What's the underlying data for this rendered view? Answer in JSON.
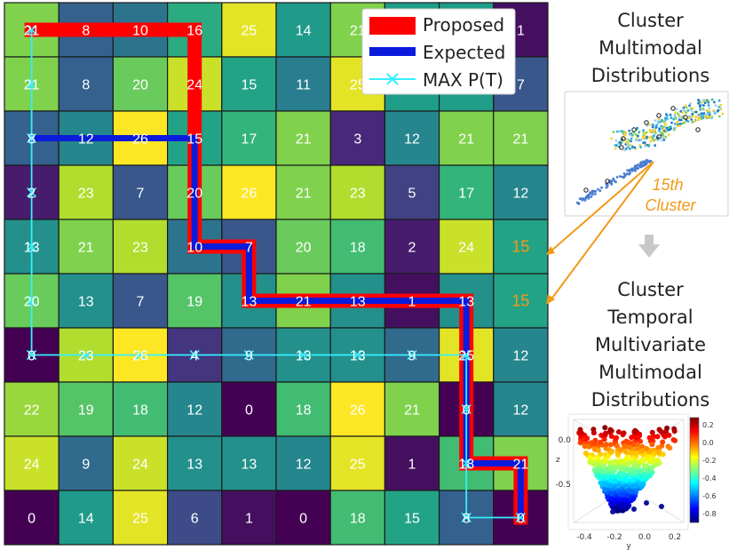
{
  "grid": [
    [
      "21",
      "8",
      "10",
      "16",
      "25",
      "14",
      "21",
      "",
      "",
      "1"
    ],
    [
      "21",
      "8",
      "20",
      "24",
      "15",
      "11",
      "25",
      "",
      "",
      "7"
    ],
    [
      "8",
      "12",
      "26",
      "15",
      "17",
      "21",
      "3",
      "12",
      "21",
      "21"
    ],
    [
      "2",
      "23",
      "7",
      "20",
      "26",
      "21",
      "23",
      "5",
      "17",
      "12"
    ],
    [
      "13",
      "21",
      "23",
      "10",
      "7",
      "20",
      "18",
      "2",
      "24",
      "15"
    ],
    [
      "20",
      "13",
      "7",
      "19",
      "13",
      "21",
      "13",
      "1",
      "13",
      "15"
    ],
    [
      "0",
      "23",
      "26",
      "4",
      "9",
      "13",
      "13",
      "9",
      "25",
      "12"
    ],
    [
      "22",
      "19",
      "18",
      "12",
      "0",
      "18",
      "26",
      "21",
      "0",
      "12"
    ],
    [
      "24",
      "9",
      "24",
      "13",
      "13",
      "12",
      "25",
      "1",
      "18",
      "21"
    ],
    [
      "0",
      "14",
      "25",
      "6",
      "1",
      "0",
      "18",
      "15",
      "8",
      "0"
    ]
  ],
  "highlight_cells": [
    [
      4,
      9
    ],
    [
      5,
      9
    ]
  ],
  "highlight_color": "#f29a18",
  "colors": {
    "proposed": "#ff0000",
    "expected": "#0a1bdc",
    "max_pt": "#33f0ff"
  },
  "paths": {
    "proposed": [
      [
        0,
        0
      ],
      [
        0,
        3
      ],
      [
        4,
        3
      ],
      [
        4,
        4
      ],
      [
        5,
        4
      ],
      [
        5,
        8
      ],
      [
        8,
        8
      ],
      [
        8,
        9
      ],
      [
        9,
        9
      ]
    ],
    "expected": [
      [
        2,
        0
      ],
      [
        2,
        3
      ],
      [
        4,
        3
      ],
      [
        4,
        4
      ],
      [
        5,
        4
      ],
      [
        5,
        8
      ],
      [
        8,
        8
      ],
      [
        8,
        9
      ],
      [
        9,
        9
      ]
    ],
    "max_pt": [
      [
        0,
        0
      ],
      [
        6,
        0
      ],
      [
        6,
        8
      ],
      [
        9,
        8
      ],
      [
        9,
        9
      ]
    ]
  },
  "legend": {
    "proposed_label": "Proposed",
    "expected_label": "Expected",
    "max_label": "MAX P(T)"
  },
  "side": {
    "title_top": [
      "Cluster",
      "Multimodal",
      "Distributions"
    ],
    "cluster_label": [
      "15th",
      "Cluster"
    ],
    "title_bottom": [
      "Cluster",
      "Temporal",
      "Multivariate",
      "Multimodal",
      "Distributions"
    ]
  },
  "plot3d": {
    "z_ticks": [
      "0.0",
      "-0.5"
    ],
    "z_label": "z",
    "y_ticks": [
      "-0.4",
      "-0.2",
      "0.0",
      "0.2"
    ],
    "y_label": "y",
    "colorbar_ticks": [
      "0.2",
      "0.0",
      "-0.2",
      "-0.4",
      "-0.6",
      "-0.8"
    ]
  }
}
